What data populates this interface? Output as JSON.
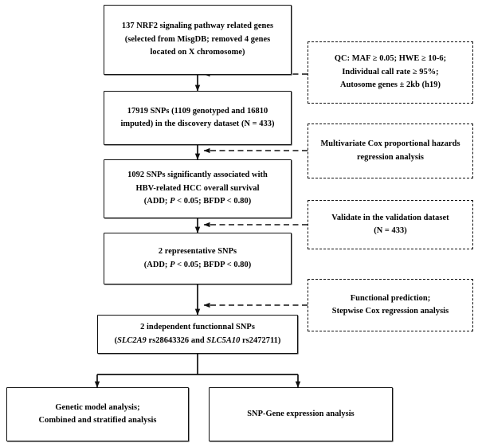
{
  "diagram": {
    "title": "NRF2 pathway SNP study flowchart",
    "accent_color": "#111111",
    "background_color": "#ffffff"
  },
  "nodes": {
    "genes": {
      "line1": "137 NRF2 signaling pathway related genes",
      "line2": "(selected from MisgDB; removed 4 genes",
      "line3": "located on X chromosome)"
    },
    "snps_discovery": {
      "line1": "17919 SNPs (1109 genotyped and 16810",
      "line2": "imputed)  in the discovery dataset (N = 433)"
    },
    "snps_significant": {
      "line1": "1092 SNPs significantly associated with",
      "line2": "HBV-related HCC overall survival",
      "line3_a": "(ADD; ",
      "line3_italic": "P",
      "line3_b": " < 0.05; BFDP < 0.80)"
    },
    "snps_representative": {
      "line1": "2 representative SNPs",
      "line2_a": "(ADD; ",
      "line2_italic": "P",
      "line2_b": " < 0.05; BFDP < 0.80)"
    },
    "snps_functional": {
      "line1": "2 independent functionnal SNPs",
      "line2_open": "(",
      "line2_gene1": "SLC2A9",
      "line2_mid1": " rs28643326 and ",
      "line2_gene2": "SLC5A10",
      "line2_mid2": " rs2472711)"
    },
    "genetic_model": {
      "line1": "Genetic model analysis;",
      "line2": "Combined and stratified analysis"
    },
    "snp_gene_expression": {
      "line1": "SNP-Gene expression analysis"
    }
  },
  "annotations": {
    "qc": {
      "line1": "QC: MAF ≥ 0.05; HWE ≥ 10-6;",
      "line2": "Individual call rate ≥ 95%;",
      "line3": "Autosome genes ± 2kb (h19)"
    },
    "cox": {
      "line1": "Multivariate Cox proportional hazards",
      "line2": "regression analysis"
    },
    "validate": {
      "line1": "Validate in the validation dataset",
      "line2": "(N = 433)"
    },
    "functional": {
      "line1": "Functional prediction;",
      "line2": "Stepwise Cox  regression analysis"
    }
  }
}
